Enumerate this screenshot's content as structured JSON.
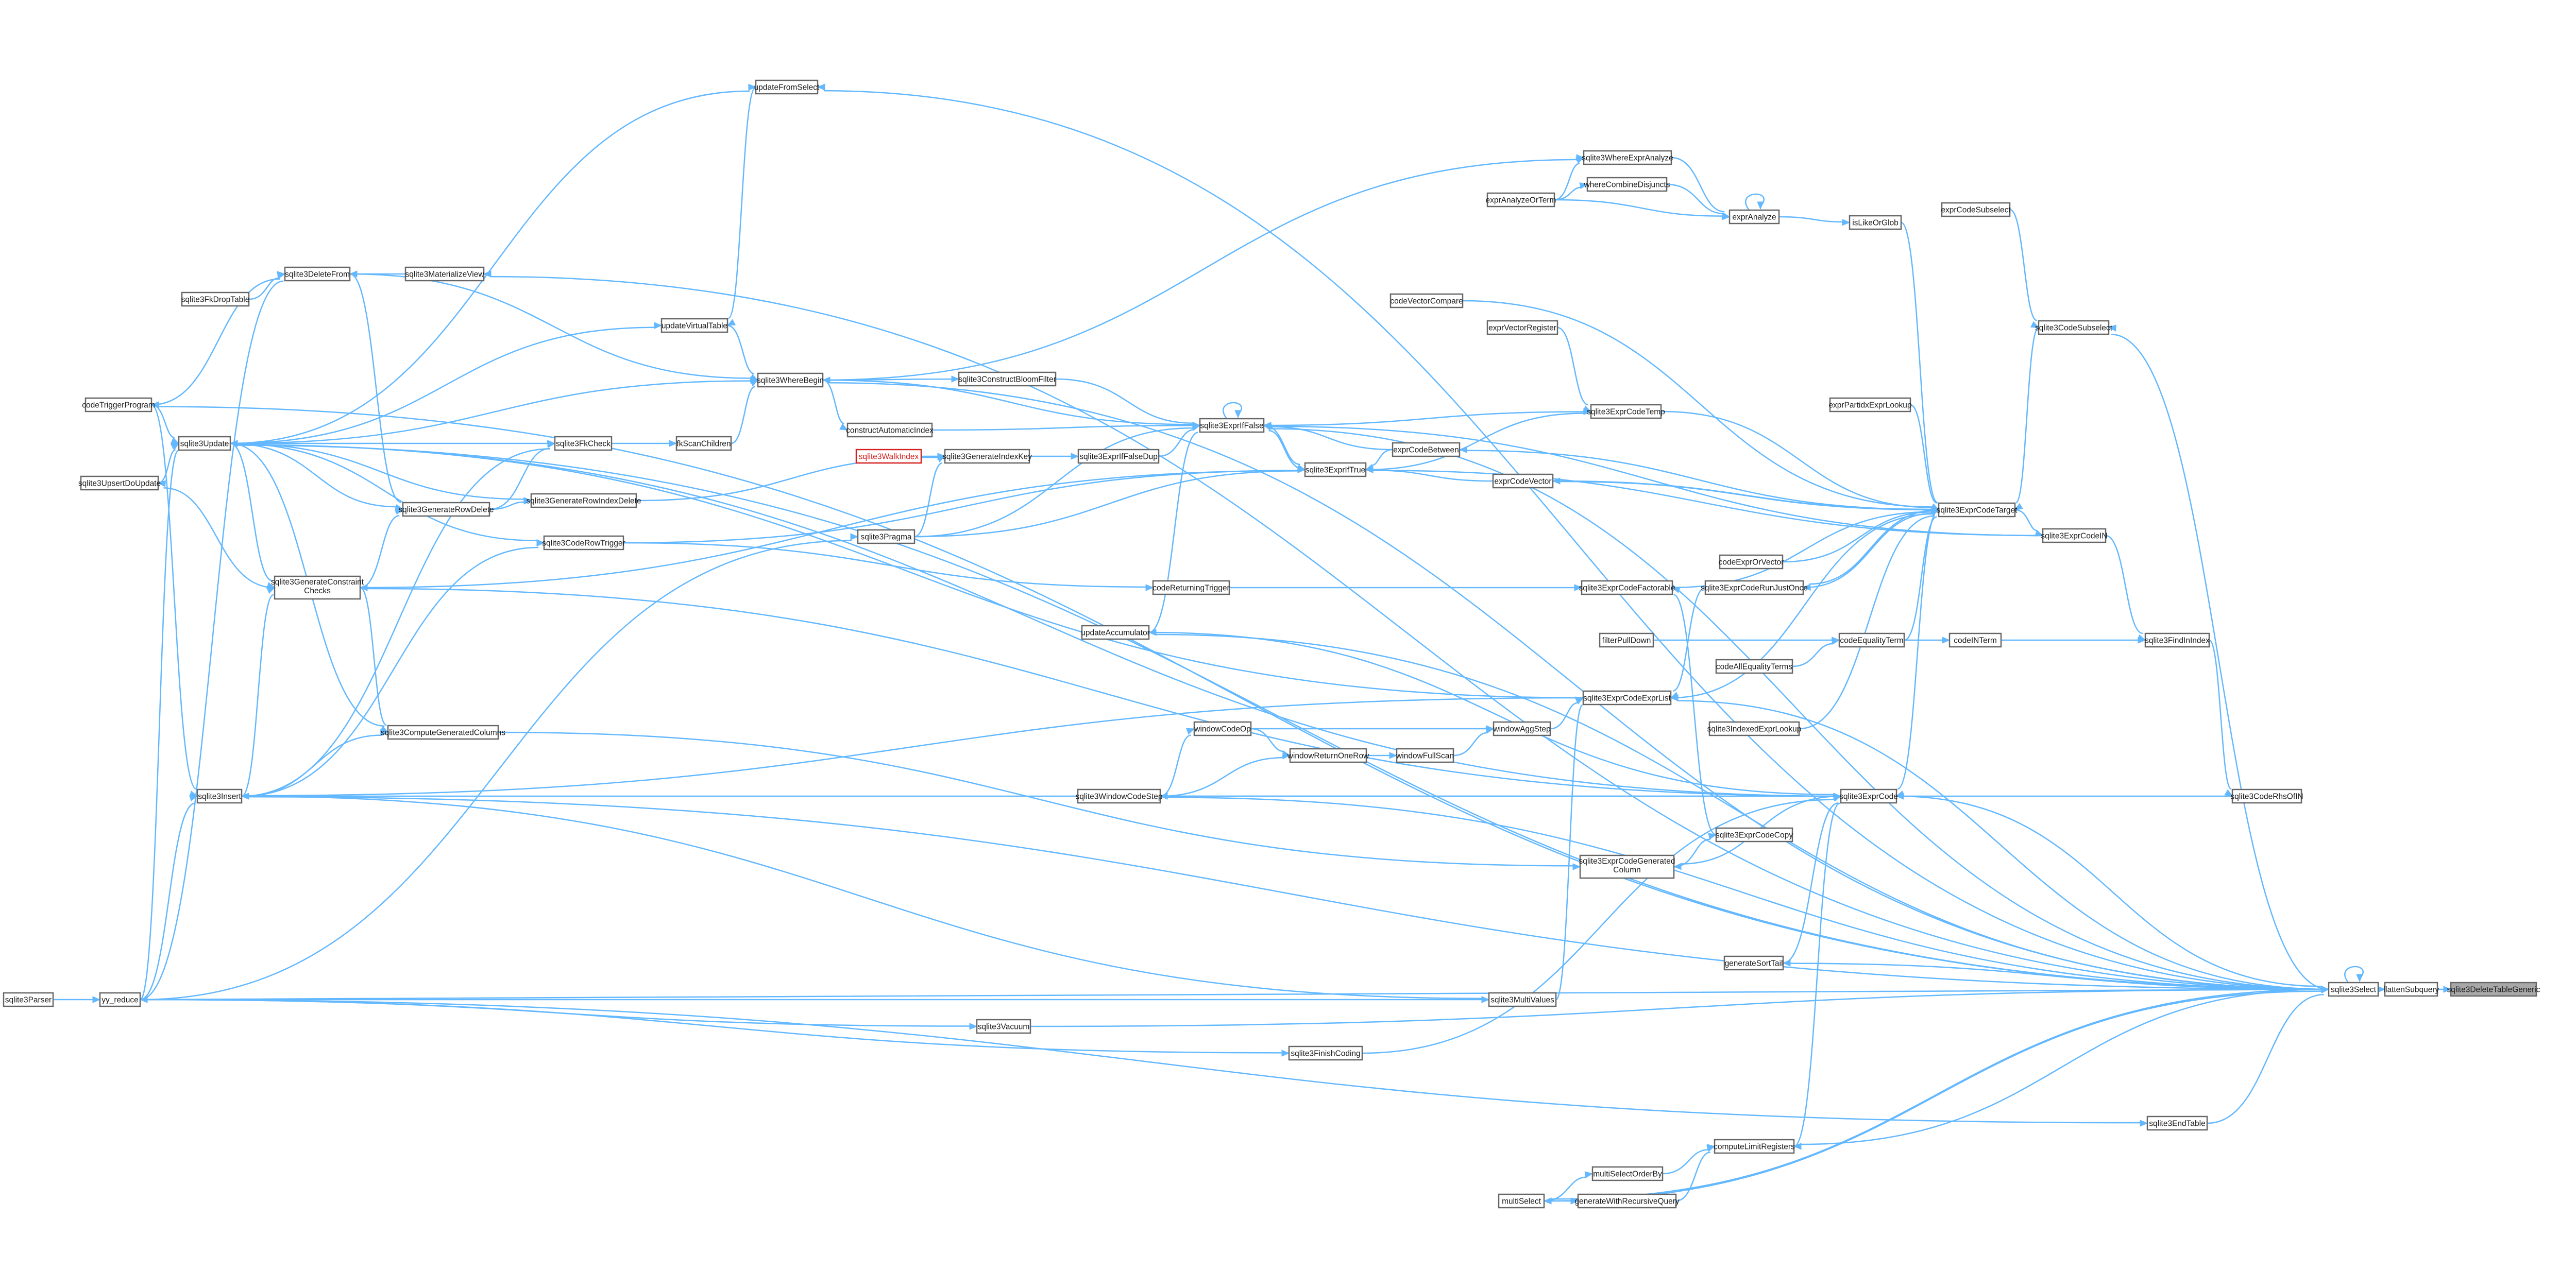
{
  "graph_title": "",
  "nodes": [
    {
      "id": "root",
      "label": "sqlite3DeleteTableGeneric"
    },
    {
      "id": "flattenSubquery",
      "label": "flattenSubquery"
    },
    {
      "id": "sqlite3Select",
      "label": "sqlite3Select"
    },
    {
      "id": "sqlite3ExprCode",
      "label": "sqlite3ExprCode"
    },
    {
      "id": "sqlite3ExprCodeTarget",
      "label": "sqlite3ExprCodeTarget"
    },
    {
      "id": "sqlite3ExprIfFalse",
      "label": "sqlite3ExprIfFalse"
    },
    {
      "id": "sqlite3ExprIfTrue",
      "label": "sqlite3ExprIfTrue"
    },
    {
      "id": "sqlite3ExprCodeTemp",
      "label": "sqlite3ExprCodeTemp"
    },
    {
      "id": "sqlite3CodeSubselect",
      "label": "sqlite3CodeSubselect"
    },
    {
      "id": "sqlite3ExprCodeIN",
      "label": "sqlite3ExprCodeIN"
    },
    {
      "id": "sqlite3FindInIndex",
      "label": "sqlite3FindInIndex"
    },
    {
      "id": "sqlite3CodeRhsOfIN",
      "label": "sqlite3CodeRhsOfIN"
    },
    {
      "id": "sqlite3WhereBegin",
      "label": "sqlite3WhereBegin"
    },
    {
      "id": "sqlite3Update",
      "label": "sqlite3Update"
    },
    {
      "id": "sqlite3Insert",
      "label": "sqlite3Insert"
    },
    {
      "id": "yy_reduce",
      "label": "yy_reduce"
    },
    {
      "id": "sqlite3Parser",
      "label": "sqlite3Parser"
    },
    {
      "id": "codeTriggerProgram",
      "label": "codeTriggerProgram"
    },
    {
      "id": "sqlite3UpsertDoUpdate",
      "label": "sqlite3UpsertDoUpdate"
    },
    {
      "id": "sqlite3GenerateConstraintChecks",
      "label": "sqlite3GenerateConstraint\nChecks"
    },
    {
      "id": "sqlite3DeleteFrom",
      "label": "sqlite3DeleteFrom"
    },
    {
      "id": "sqlite3FkDropTable",
      "label": "sqlite3FkDropTable"
    },
    {
      "id": "sqlite3MaterializeView",
      "label": "sqlite3MaterializeView"
    },
    {
      "id": "updateFromSelect",
      "label": "updateFromSelect"
    },
    {
      "id": "updateVirtualTable",
      "label": "updateVirtualTable"
    },
    {
      "id": "sqlite3FkCheck",
      "label": "sqlite3FkCheck"
    },
    {
      "id": "fkScanChildren",
      "label": "fkScanChildren"
    },
    {
      "id": "sqlite3GenerateRowDelete",
      "label": "sqlite3GenerateRowDelete"
    },
    {
      "id": "sqlite3GenerateRowIndexDelete",
      "label": "sqlite3GenerateRowIndexDelete"
    },
    {
      "id": "sqlite3CodeRowTrigger",
      "label": "sqlite3CodeRowTrigger"
    },
    {
      "id": "sqlite3ComputeGeneratedColumns",
      "label": "sqlite3ComputeGeneratedColumns"
    },
    {
      "id": "constructAutomaticIndex",
      "label": "constructAutomaticIndex"
    },
    {
      "id": "sqlite3WalkIndex",
      "label": "sqlite3WalkIndex",
      "red": true
    },
    {
      "id": "sqlite3GenerateIndexKey",
      "label": "sqlite3GenerateIndexKey"
    },
    {
      "id": "sqlite3ExprIfFalseDup",
      "label": "sqlite3ExprIfFalseDup"
    },
    {
      "id": "sqlite3Pragma",
      "label": "sqlite3Pragma"
    },
    {
      "id": "sqlite3ConstructBloomFilter",
      "label": "sqlite3ConstructBloomFilter"
    },
    {
      "id": "codeReturningTrigger",
      "label": "codeReturningTrigger"
    },
    {
      "id": "updateAccumulator",
      "label": "updateAccumulator"
    },
    {
      "id": "sqlite3WindowCodeStep",
      "label": "sqlite3WindowCodeStep"
    },
    {
      "id": "windowCodeOp",
      "label": "windowCodeOp"
    },
    {
      "id": "windowReturnOneRow",
      "label": "windowReturnOneRow"
    },
    {
      "id": "windowFullScan",
      "label": "windowFullScan"
    },
    {
      "id": "windowAggStep",
      "label": "windowAggStep"
    },
    {
      "id": "sqlite3WhereExprAnalyze",
      "label": "sqlite3WhereExprAnalyze"
    },
    {
      "id": "whereCombineDisjuncts",
      "label": "whereCombineDisjuncts"
    },
    {
      "id": "exprAnalyzeOrTerm",
      "label": "exprAnalyzeOrTerm"
    },
    {
      "id": "exprAnalyze",
      "label": "exprAnalyze"
    },
    {
      "id": "isLikeOrGlob",
      "label": "isLikeOrGlob"
    },
    {
      "id": "exprCodeSubselect",
      "label": "exprCodeSubselect"
    },
    {
      "id": "codeVectorCompare",
      "label": "codeVectorCompare"
    },
    {
      "id": "exprVectorRegister",
      "label": "exprVectorRegister"
    },
    {
      "id": "exprCodeBetween",
      "label": "exprCodeBetween"
    },
    {
      "id": "exprCodeVector",
      "label": "exprCodeVector"
    },
    {
      "id": "exprPartidxExprLookup",
      "label": "exprPartidxExprLookup"
    },
    {
      "id": "sqlite3ExprCodeFactorable",
      "label": "sqlite3ExprCodeFactorable"
    },
    {
      "id": "sqlite3ExprCodeRunJustOnce",
      "label": "sqlite3ExprCodeRunJustOnce"
    },
    {
      "id": "codeExprOrVector",
      "label": "codeExprOrVector"
    },
    {
      "id": "filterPullDown",
      "label": "filterPullDown"
    },
    {
      "id": "codeAllEqualityTerms",
      "label": "codeAllEqualityTerms"
    },
    {
      "id": "codeEqualityTerm",
      "label": "codeEqualityTerm"
    },
    {
      "id": "codeINTerm",
      "label": "codeINTerm"
    },
    {
      "id": "sqlite3ExprCodeExprList",
      "label": "sqlite3ExprCodeExprList"
    },
    {
      "id": "sqlite3IndexedExprLookup",
      "label": "sqlite3IndexedExprLookup"
    },
    {
      "id": "sqlite3ExprCodeCopy",
      "label": "sqlite3ExprCodeCopy"
    },
    {
      "id": "sqlite3ExprCodeGeneratedColumn",
      "label": "sqlite3ExprCodeGenerated\nColumn"
    },
    {
      "id": "generateSortTail",
      "label": "generateSortTail"
    },
    {
      "id": "sqlite3MultiValues",
      "label": "sqlite3MultiValues"
    },
    {
      "id": "sqlite3Vacuum",
      "label": "sqlite3Vacuum"
    },
    {
      "id": "sqlite3FinishCoding",
      "label": "sqlite3FinishCoding"
    },
    {
      "id": "sqlite3EndTable",
      "label": "sqlite3EndTable"
    },
    {
      "id": "computeLimitRegisters",
      "label": "computeLimitRegisters"
    },
    {
      "id": "multiSelectOrderBy",
      "label": "multiSelectOrderBy"
    },
    {
      "id": "multiSelect",
      "label": "multiSelect"
    },
    {
      "id": "generateWithRecursiveQuery",
      "label": "generateWithRecursiveQuery"
    }
  ],
  "edges": [
    [
      "flattenSubquery",
      "root"
    ],
    [
      "sqlite3Select",
      "flattenSubquery"
    ],
    [
      "sqlite3Select",
      "sqlite3Select"
    ],
    [
      "sqlite3ExprCode",
      "sqlite3Select"
    ],
    [
      "sqlite3CodeRhsOfIN",
      "sqlite3ExprCode"
    ],
    [
      "sqlite3FindInIndex",
      "sqlite3CodeRhsOfIN"
    ],
    [
      "sqlite3ExprCodeIN",
      "sqlite3FindInIndex"
    ],
    [
      "codeINTerm",
      "sqlite3FindInIndex"
    ],
    [
      "sqlite3ExprCodeTarget",
      "sqlite3ExprCodeIN"
    ],
    [
      "sqlite3ExprCodeTarget",
      "sqlite3ExprCode"
    ],
    [
      "sqlite3CodeSubselect",
      "sqlite3ExprCodeTarget"
    ],
    [
      "exprCodeSubselect",
      "sqlite3CodeSubselect"
    ],
    [
      "sqlite3ExprCodeTemp",
      "sqlite3ExprCodeTarget"
    ],
    [
      "sqlite3ExprIfFalse",
      "sqlite3ExprCodeTemp"
    ],
    [
      "sqlite3ExprIfTrue",
      "sqlite3ExprCodeTemp"
    ],
    [
      "sqlite3ExprIfFalse",
      "sqlite3ExprIfTrue"
    ],
    [
      "sqlite3ExprIfTrue",
      "sqlite3ExprIfFalse"
    ],
    [
      "sqlite3ExprIfFalse",
      "sqlite3ExprIfFalse"
    ],
    [
      "exprCodeBetween",
      "sqlite3ExprIfFalse"
    ],
    [
      "exprCodeBetween",
      "sqlite3ExprIfTrue"
    ],
    [
      "exprCodeVector",
      "sqlite3ExprCodeTarget"
    ],
    [
      "exprPartidxExprLookup",
      "sqlite3ExprCodeTarget"
    ],
    [
      "sqlite3ExprCodeFactorable",
      "sqlite3ExprCodeTarget"
    ],
    [
      "sqlite3ExprCodeRunJustOnce",
      "sqlite3ExprCodeTarget"
    ],
    [
      "codeExprOrVector",
      "sqlite3ExprCodeTarget"
    ],
    [
      "codeEqualityTerm",
      "sqlite3ExprCodeTarget"
    ],
    [
      "sqlite3ExprCodeExprList",
      "sqlite3ExprCodeTarget"
    ],
    [
      "sqlite3IndexedExprLookup",
      "sqlite3ExprCodeTarget"
    ],
    [
      "isLikeOrGlob",
      "sqlite3ExprCodeTarget"
    ],
    [
      "codeVectorCompare",
      "sqlite3ExprCodeTarget"
    ],
    [
      "exprVectorRegister",
      "sqlite3ExprCodeTemp"
    ],
    [
      "exprAnalyze",
      "isLikeOrGlob"
    ],
    [
      "exprAnalyze",
      "exprAnalyze"
    ],
    [
      "sqlite3WhereExprAnalyze",
      "exprAnalyze"
    ],
    [
      "whereCombineDisjuncts",
      "exprAnalyze"
    ],
    [
      "exprAnalyzeOrTerm",
      "exprAnalyze"
    ],
    [
      "exprAnalyzeOrTerm",
      "sqlite3WhereExprAnalyze"
    ],
    [
      "exprAnalyzeOrTerm",
      "whereCombineDisjuncts"
    ],
    [
      "sqlite3WhereBegin",
      "sqlite3WhereExprAnalyze"
    ],
    [
      "sqlite3WhereBegin",
      "sqlite3ExprIfFalse"
    ],
    [
      "sqlite3ConstructBloomFilter",
      "sqlite3ExprIfFalse"
    ],
    [
      "sqlite3WhereBegin",
      "sqlite3ConstructBloomFilter"
    ],
    [
      "sqlite3WhereBegin",
      "constructAutomaticIndex"
    ],
    [
      "constructAutomaticIndex",
      "sqlite3ExprIfFalse"
    ],
    [
      "sqlite3GenerateIndexKey",
      "sqlite3ExprIfFalseDup"
    ],
    [
      "sqlite3ExprIfFalseDup",
      "sqlite3ExprIfFalse"
    ],
    [
      "sqlite3WalkIndex",
      "sqlite3GenerateIndexKey"
    ],
    [
      "sqlite3Pragma",
      "sqlite3GenerateIndexKey"
    ],
    [
      "sqlite3Pragma",
      "sqlite3ExprIfFalse"
    ],
    [
      "sqlite3Pragma",
      "sqlite3ExprIfTrue"
    ],
    [
      "codeReturningTrigger",
      "sqlite3ExprCodeFactorable"
    ],
    [
      "sqlite3CodeRowTrigger",
      "codeReturningTrigger"
    ],
    [
      "updateAccumulator",
      "sqlite3ExprIfFalse"
    ],
    [
      "updateAccumulator",
      "sqlite3ExprCode"
    ],
    [
      "windowAggStep",
      "sqlite3ExprCodeExprList"
    ],
    [
      "windowFullScan",
      "windowAggStep"
    ],
    [
      "windowCodeOp",
      "windowAggStep"
    ],
    [
      "windowReturnOneRow",
      "windowFullScan"
    ],
    [
      "windowCodeOp",
      "windowReturnOneRow"
    ],
    [
      "sqlite3WindowCodeStep",
      "windowCodeOp"
    ],
    [
      "sqlite3WindowCodeStep",
      "windowReturnOneRow"
    ],
    [
      "sqlite3ExprCodeCopy",
      "sqlite3ExprCodeFactorable"
    ],
    [
      "sqlite3ExprCodeGeneratedColumn",
      "sqlite3ExprCodeCopy"
    ],
    [
      "filterPullDown",
      "codeEqualityTerm"
    ],
    [
      "codeAllEqualityTerms",
      "codeEqualityTerm"
    ],
    [
      "codeEqualityTerm",
      "codeINTerm"
    ],
    [
      "generateSortTail",
      "sqlite3ExprCode"
    ],
    [
      "sqlite3MultiValues",
      "sqlite3ExprCodeExprList"
    ],
    [
      "sqlite3Vacuum",
      "sqlite3Select"
    ],
    [
      "sqlite3FinishCoding",
      "sqlite3ExprCode"
    ],
    [
      "sqlite3EndTable",
      "sqlite3Select"
    ],
    [
      "computeLimitRegisters",
      "sqlite3ExprCode"
    ],
    [
      "multiSelectOrderBy",
      "computeLimitRegisters"
    ],
    [
      "multiSelect",
      "multiSelectOrderBy"
    ],
    [
      "generateWithRecursiveQuery",
      "computeLimitRegisters"
    ],
    [
      "multiSelect",
      "generateWithRecursiveQuery"
    ],
    [
      "sqlite3Update",
      "sqlite3WhereBegin"
    ],
    [
      "sqlite3DeleteFrom",
      "sqlite3WhereBegin"
    ],
    [
      "updateVirtualTable",
      "sqlite3WhereBegin"
    ],
    [
      "sqlite3Update",
      "updateVirtualTable"
    ],
    [
      "updateFromSelect",
      "updateVirtualTable"
    ],
    [
      "sqlite3MaterializeView",
      "sqlite3DeleteFrom"
    ],
    [
      "sqlite3FkDropTable",
      "sqlite3DeleteFrom"
    ],
    [
      "codeTriggerProgram",
      "sqlite3DeleteFrom"
    ],
    [
      "yy_reduce",
      "sqlite3DeleteFrom"
    ],
    [
      "sqlite3Update",
      "updateFromSelect"
    ],
    [
      "codeTriggerProgram",
      "sqlite3Update"
    ],
    [
      "yy_reduce",
      "sqlite3Update"
    ],
    [
      "sqlite3UpsertDoUpdate",
      "sqlite3Update"
    ],
    [
      "sqlite3GenerateConstraintChecks",
      "sqlite3UpsertDoUpdate"
    ],
    [
      "sqlite3Insert",
      "sqlite3GenerateConstraintChecks"
    ],
    [
      "sqlite3Update",
      "sqlite3GenerateConstraintChecks"
    ],
    [
      "codeTriggerProgram",
      "sqlite3Insert"
    ],
    [
      "yy_reduce",
      "sqlite3Insert"
    ],
    [
      "sqlite3Parser",
      "yy_reduce"
    ],
    [
      "sqlite3FkCheck",
      "fkScanChildren"
    ],
    [
      "fkScanChildren",
      "sqlite3WhereBegin"
    ],
    [
      "sqlite3Update",
      "sqlite3FkCheck"
    ],
    [
      "sqlite3Insert",
      "sqlite3FkCheck"
    ],
    [
      "sqlite3GenerateRowDelete",
      "sqlite3FkCheck"
    ],
    [
      "sqlite3DeleteFrom",
      "sqlite3GenerateRowDelete"
    ],
    [
      "sqlite3Update",
      "sqlite3GenerateRowDelete"
    ],
    [
      "sqlite3GenerateConstraintChecks",
      "sqlite3GenerateRowDelete"
    ],
    [
      "sqlite3GenerateRowIndexDelete",
      "sqlite3GenerateIndexKey"
    ],
    [
      "sqlite3Update",
      "sqlite3GenerateRowIndexDelete"
    ],
    [
      "sqlite3GenerateRowDelete",
      "sqlite3GenerateRowIndexDelete"
    ],
    [
      "sqlite3CodeRowTrigger",
      "sqlite3ExprIfTrue"
    ],
    [
      "sqlite3Update",
      "sqlite3CodeRowTrigger"
    ],
    [
      "sqlite3Insert",
      "sqlite3CodeRowTrigger"
    ],
    [
      "sqlite3ComputeGeneratedColumns",
      "sqlite3ExprCodeGeneratedColumn"
    ],
    [
      "sqlite3Update",
      "sqlite3ComputeGeneratedColumns"
    ],
    [
      "sqlite3Insert",
      "sqlite3ComputeGeneratedColumns"
    ],
    [
      "sqlite3GenerateConstraintChecks",
      "sqlite3ComputeGeneratedColumns"
    ],
    [
      "sqlite3GenerateConstraintChecks",
      "sqlite3ExprIfTrue"
    ],
    [
      "sqlite3Insert",
      "sqlite3MultiValues"
    ],
    [
      "yy_reduce",
      "sqlite3MultiValues"
    ],
    [
      "yy_reduce",
      "sqlite3Vacuum"
    ],
    [
      "yy_reduce",
      "sqlite3FinishCoding"
    ],
    [
      "yy_reduce",
      "sqlite3EndTable"
    ],
    [
      "yy_reduce",
      "sqlite3Pragma"
    ],
    [
      "sqlite3Select",
      "sqlite3WindowCodeStep"
    ],
    [
      "sqlite3Select",
      "updateAccumulator"
    ],
    [
      "sqlite3Select",
      "generateSortTail"
    ],
    [
      "sqlite3Select",
      "computeLimitRegisters"
    ],
    [
      "sqlite3Select",
      "multiSelect"
    ],
    [
      "sqlite3Select",
      "sqlite3ExprCodeExprList"
    ],
    [
      "sqlite3Select",
      "sqlite3WhereBegin"
    ],
    [
      "sqlite3Select",
      "sqlite3CodeSubselect"
    ],
    [
      "sqlite3Select",
      "sqlite3Insert"
    ],
    [
      "sqlite3Select",
      "sqlite3ExprIfFalse"
    ],
    [
      "sqlite3Select",
      "sqlite3Update"
    ],
    [
      "sqlite3Select",
      "codeTriggerProgram"
    ],
    [
      "sqlite3Select",
      "yy_reduce"
    ],
    [
      "sqlite3Select",
      "updateFromSelect"
    ],
    [
      "sqlite3Select",
      "sqlite3MaterializeView"
    ],
    [
      "multiSelect",
      "sqlite3Select"
    ],
    [
      "sqlite3ExprCode",
      "sqlite3ExprCodeGeneratedColumn"
    ],
    [
      "sqlite3ExprCode",
      "sqlite3GenerateConstraintChecks"
    ],
    [
      "sqlite3ExprCode",
      "sqlite3Insert"
    ],
    [
      "sqlite3ExprCode",
      "sqlite3Update"
    ],
    [
      "sqlite3ExprCode",
      "sqlite3WindowCodeStep"
    ],
    [
      "sqlite3ExprCodeTarget",
      "sqlite3ExprCodeRunJustOnce"
    ],
    [
      "sqlite3ExprCodeTarget",
      "exprCodeBetween"
    ],
    [
      "sqlite3ExprCodeTarget",
      "exprCodeVector"
    ],
    [
      "sqlite3ExprCodeIN",
      "sqlite3ExprIfTrue"
    ],
    [
      "sqlite3ExprCodeIN",
      "sqlite3ExprIfFalse"
    ],
    [
      "exprCodeVector",
      "sqlite3ExprIfTrue"
    ],
    [
      "sqlite3ExprCodeRunJustOnce",
      "sqlite3ExprCodeExprList"
    ],
    [
      "sqlite3ExprCodeExprList",
      "sqlite3Update"
    ],
    [
      "sqlite3ExprCodeExprList",
      "sqlite3Insert"
    ]
  ]
}
